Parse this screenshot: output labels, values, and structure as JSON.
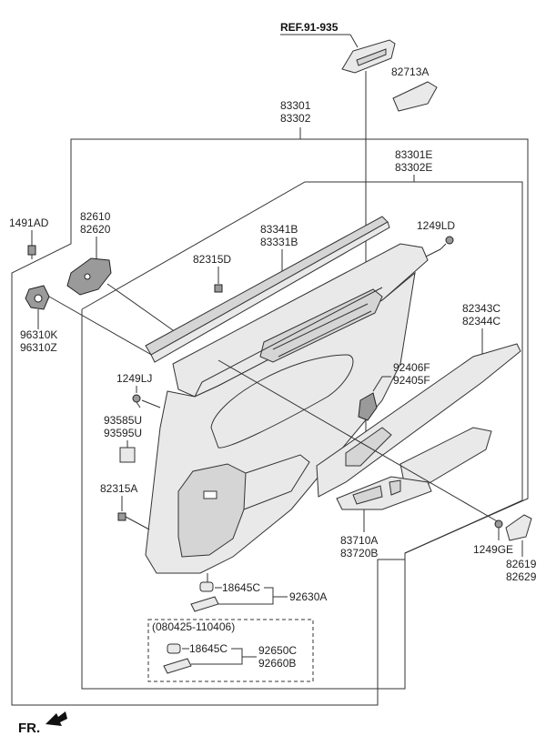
{
  "diagram": {
    "ref_label": "REF.91-935",
    "fr_label": "FR.",
    "parts": {
      "p82713A": "82713A",
      "p83301": "83301",
      "p83302": "83302",
      "p83301E": "83301E",
      "p83302E": "83302E",
      "p1491AD": "1491AD",
      "p82610": "82610",
      "p82620": "82620",
      "p83341B": "83341B",
      "p83331B": "83331B",
      "p1249LD": "1249LD",
      "p82315D": "82315D",
      "p96310K": "96310K",
      "p96310Z": "96310Z",
      "p82343C": "82343C",
      "p82344C": "82344C",
      "p1249LJ": "1249LJ",
      "p92406F": "92406F",
      "p92405F": "92405F",
      "p93585U": "93585U",
      "p93595U": "93595U",
      "p82315A": "82315A",
      "p83710A": "83710A",
      "p83720B": "83720B",
      "p1249GE": "1249GE",
      "p82619": "82619",
      "p82629": "82629",
      "p18645C_a": "18645C",
      "p92630A": "92630A",
      "date_range": "(080425-110406)",
      "p18645C_b": "18645C",
      "p92650C": "92650C",
      "p92660B": "92660B"
    }
  }
}
